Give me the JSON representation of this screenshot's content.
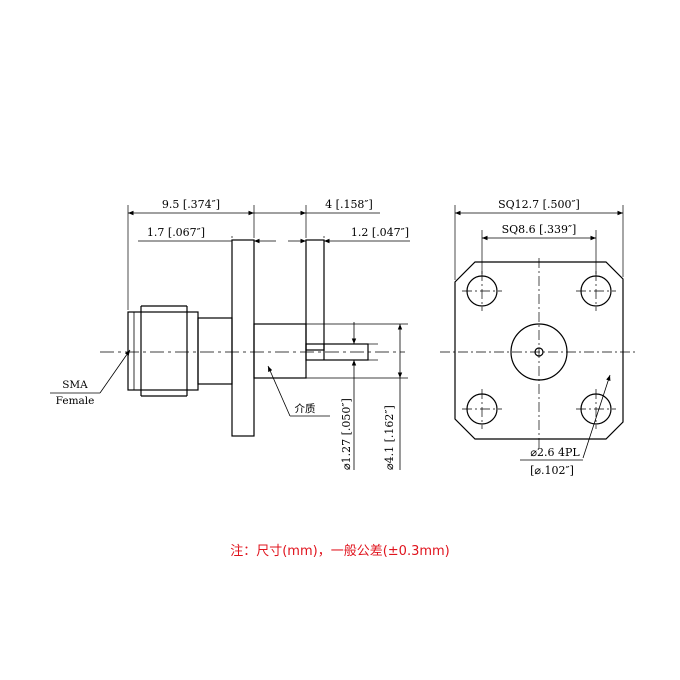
{
  "side_view": {
    "dim_overall_length": "9.5 [.374″]",
    "dim_front_offset": "1.7 [.067″]",
    "dim_rear_length": "4 [.158″]",
    "dim_flange_thickness": "1.2 [.047″]",
    "dim_pin_diameter": "⌀1.27 [.050″]",
    "dim_body_diameter": "⌀4.1 [.162″]",
    "label_type_line1": "SMA",
    "label_type_line2": "Female",
    "label_dielectric": "介质"
  },
  "front_view": {
    "dim_flange_square": "SQ12.7 [.500″]",
    "dim_hole_spacing": "SQ8.6 [.339″]",
    "dim_hole_diameter_line1": "⌀2.6 4PL",
    "dim_hole_diameter_line2": "[⌀.102″]"
  },
  "note": "注：尺寸(mm)，一般公差(±0.3mm)",
  "colors": {
    "line": "#000000",
    "note": "#e0141e"
  }
}
